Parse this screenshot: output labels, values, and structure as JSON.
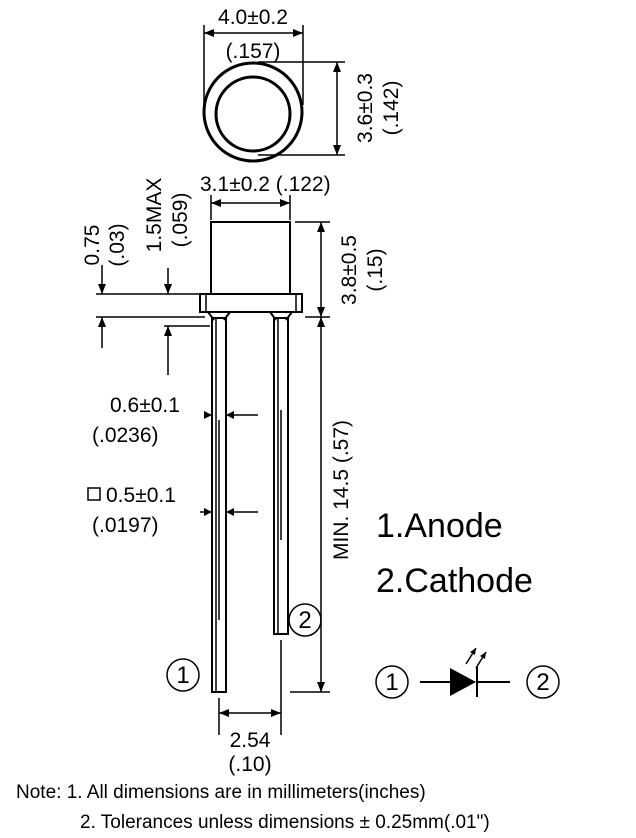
{
  "dimensions": {
    "top_width_mm": "4.0±0.2",
    "top_width_in": "(.157)",
    "top_depth_mm": "3.6±0.3",
    "top_depth_in": "(.142)",
    "body_width": "3.1±0.2 (.122)",
    "flange_mm": "0.75",
    "flange_in": "(.03)",
    "meniscus_mm": "1.5MAX",
    "meniscus_in": "(.059)",
    "body_height_mm": "3.8±0.5",
    "body_height_in": "(.15)",
    "lead_width_mm": "0.6±0.1",
    "lead_width_in": "(.0236)",
    "lead_square_mm": "0.5±0.1",
    "lead_square_in": "(.0197)",
    "lead_length": "MIN. 14.5 (.57)",
    "pitch_mm": "2.54",
    "pitch_in": "(.10)"
  },
  "pins": {
    "anode_marker": "1",
    "cathode_marker": "2",
    "anode_label": "1.Anode",
    "cathode_label": "2.Cathode"
  },
  "notes": [
    "Note: 1. All dimensions are in millimeters(inches)",
    "2. Tolerances unless dimensions ± 0.25mm(.01\")"
  ]
}
